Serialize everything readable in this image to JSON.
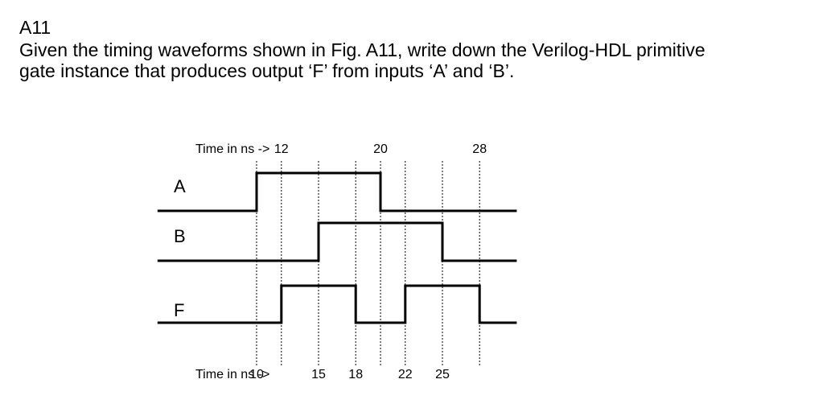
{
  "heading": "A11",
  "question": {
    "line1": "Given the timing waveforms shown in Fig. A11, write down the Verilog-HDL primitive",
    "line2": "gate instance that produces output ‘F’ from inputs ‘A’ and ‘B’."
  },
  "timing_diagram": {
    "axis_label": "Time in ns ->",
    "top_ticks": [
      12,
      20,
      28
    ],
    "bottom_ticks": [
      10,
      15,
      18,
      22,
      25
    ],
    "t_start": 2,
    "t_end": 31,
    "signals": [
      {
        "name": "A",
        "initial": 0,
        "edges": [
          10,
          20
        ]
      },
      {
        "name": "B",
        "initial": 0,
        "edges": [
          15,
          25
        ]
      },
      {
        "name": "F",
        "initial": 0,
        "edges": [
          12,
          18,
          22,
          28
        ]
      }
    ]
  }
}
